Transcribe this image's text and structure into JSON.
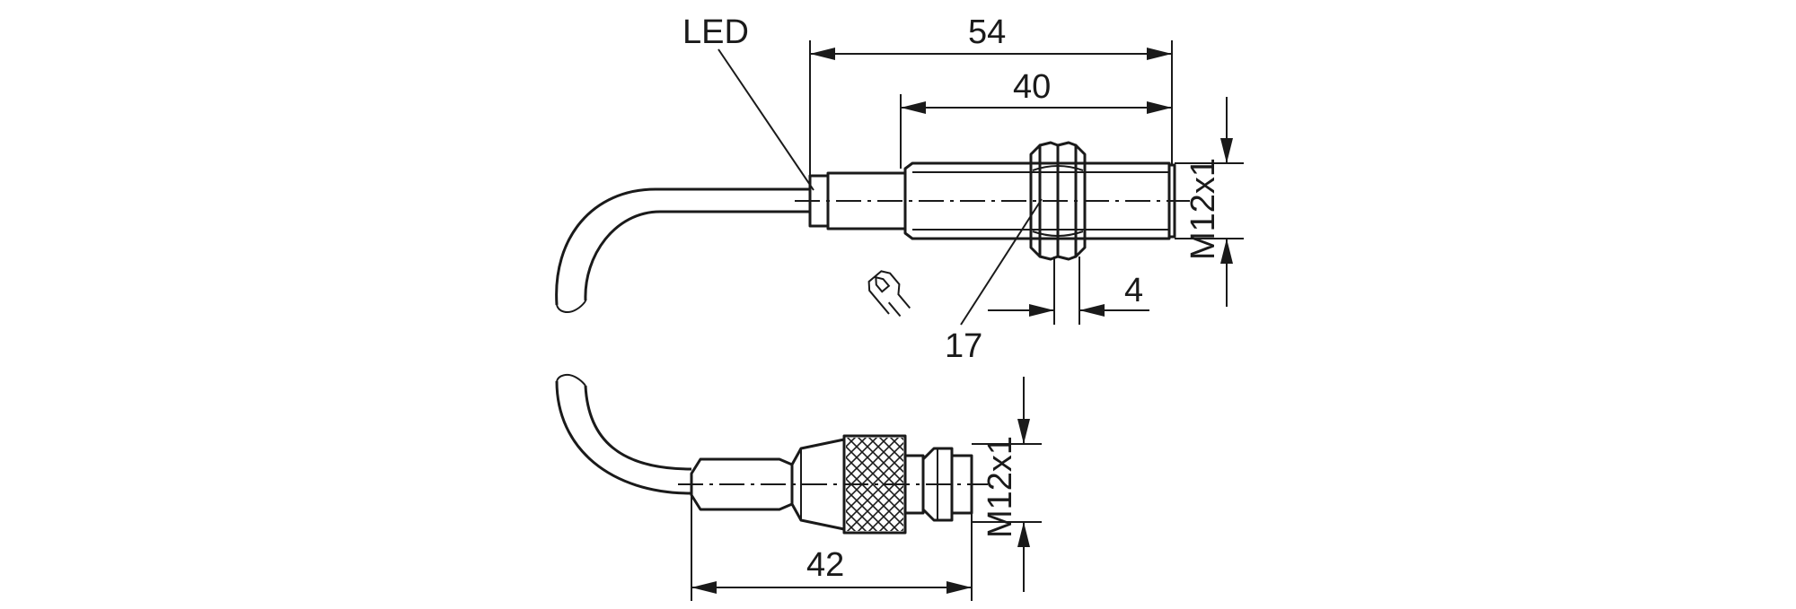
{
  "labels": {
    "led": "LED",
    "dim_length_total": "54",
    "dim_length_thread": "40",
    "dim_thread_size_sensor": "M12x1",
    "dim_nut_width": "4",
    "dim_wrench_size": "17",
    "dim_thread_size_connector": "M12x1",
    "dim_connector_length": "42"
  },
  "icons": {
    "wrench": "wrench-icon"
  },
  "colors": {
    "line": "#1a1a1a",
    "background": "#ffffff"
  }
}
